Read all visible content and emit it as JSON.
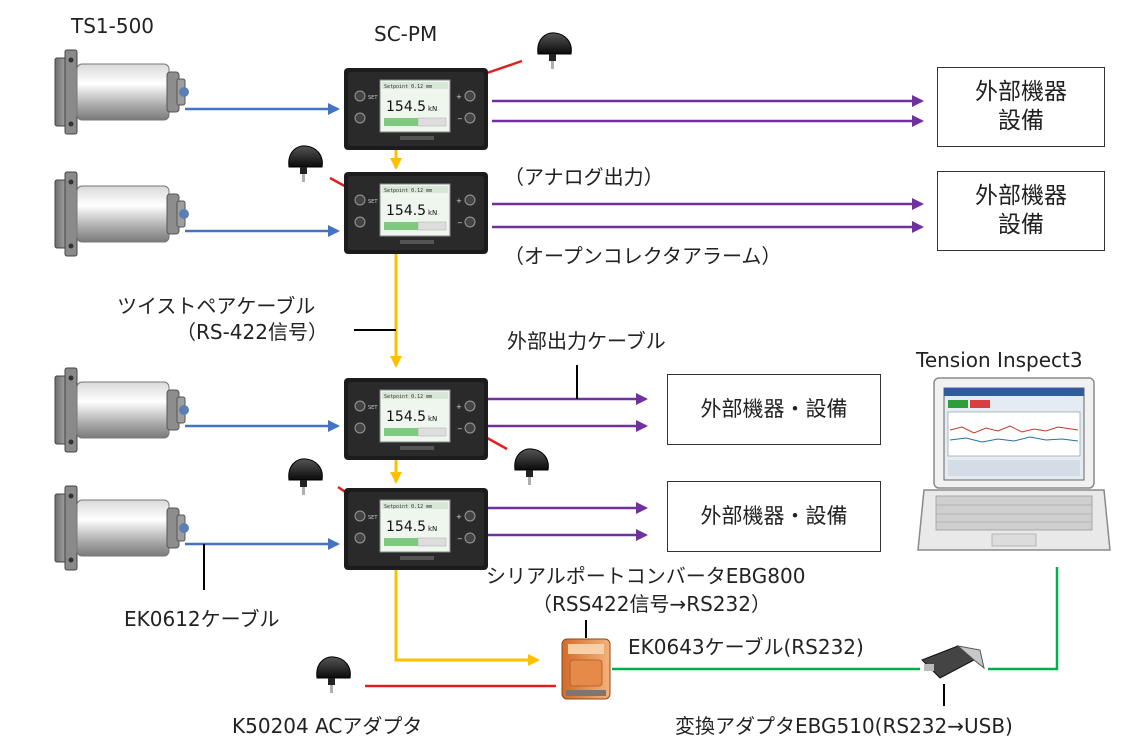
{
  "labels": {
    "sensor_model": "TS1-500",
    "controller_model": "SC-PM",
    "analog_output": "（アナログ出力）",
    "open_collector_alarm": "（オープンコレクタアラーム）",
    "twisted_pair_line1": "ツイストペアケーブル",
    "twisted_pair_line2": "（RS-422信号）",
    "external_output_cable": "外部出力ケーブル",
    "software": "Tension Inspect3",
    "sensor_cable": "EK0612ケーブル",
    "converter_line1": "シリアルポートコンバータEBG800",
    "converter_line2": "（RSS422信号→RS232）",
    "rs232_cable": "EK0643ケーブル(RS232)",
    "ac_adapter": "K50204 ACアダプタ",
    "usb_adapter": "変換アダプタEBG510(RS232→USB)"
  },
  "external_boxes": [
    {
      "line1": "外部機器",
      "line2": "設備"
    },
    {
      "line1": "外部機器",
      "line2": "設備"
    },
    {
      "text": "外部機器・設備"
    },
    {
      "text": "外部機器・設備"
    }
  ],
  "controller_display": {
    "reading": "154.5",
    "unit": "kN",
    "header": "Setpoint  0.12 mm"
  },
  "colors": {
    "sensor_link": "#4472c4",
    "output_link": "#7030a0",
    "serial_link": "#ffc000",
    "power_link": "#e02020",
    "usb_link": "#00b050"
  }
}
